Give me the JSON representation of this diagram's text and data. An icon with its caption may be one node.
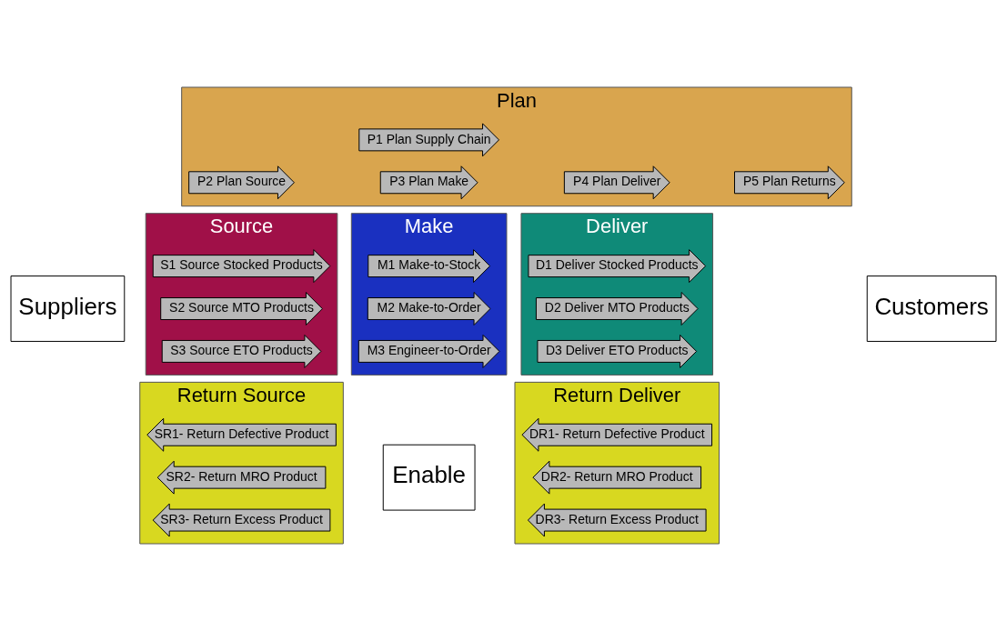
{
  "diagram": {
    "nodes": [
      {
        "text": [
          "Suppliers"
        ]
      },
      {
        "text": [
          "Plan"
        ]
      },
      {
        "text": [
          "P1 Plan Supply Chain"
        ],
        "in": 1
      },
      {
        "text": [
          "P2 Plan Source"
        ],
        "in": 1
      },
      {
        "text": [
          "P3 Plan Make"
        ],
        "in": 1
      },
      {
        "text": [
          "P4 Plan Deliver"
        ],
        "in": 1
      },
      {
        "text": [
          "P5 Plan Returns"
        ],
        "in": 1
      },
      {
        "text": [
          "Source"
        ]
      },
      {
        "text": [
          "S1 Source Stocked Products"
        ],
        "in": 7
      },
      {
        "text": [
          "S2 Source MTO Products"
        ],
        "in": 7
      },
      {
        "text": [
          "S3 Source ETO Products"
        ],
        "in": 7
      },
      {
        "text": [
          "Make"
        ]
      },
      {
        "text": [
          "M1 Make-to-Stock"
        ],
        "in": 11
      },
      {
        "text": [
          "M2 Make-to-Order"
        ],
        "in": 11
      },
      {
        "text": [
          "M3 Engineer-to-Order"
        ],
        "in": 11
      },
      {
        "text": [
          "Deliver"
        ]
      },
      {
        "text": [
          "D1 Deliver Stocked Products"
        ],
        "in": 15
      },
      {
        "text": [
          "D2 Deliver MTO Products"
        ],
        "in": 15
      },
      {
        "text": [
          "D3 Deliver ETO Products"
        ],
        "in": 15
      },
      {
        "text": [
          "Customers"
        ]
      },
      {
        "text": [
          "Return Source"
        ]
      },
      {
        "text": [
          "SR1- Return Defective Product"
        ],
        "in": 20
      },
      {
        "text": [
          "SR2- Return MRO Product"
        ],
        "in": 20
      },
      {
        "text": [
          "SR3- Return Excess Product"
        ],
        "in": 20
      },
      {
        "text": [
          "Return Deliver"
        ]
      },
      {
        "text": [
          "DR1- Return Defective Product"
        ],
        "in": 24
      },
      {
        "text": [
          "DR2- Return MRO Product"
        ],
        "in": 24
      },
      {
        "text": [
          "DR3- Return Excess Product"
        ],
        "in": 24
      },
      {
        "text": [
          "Enable"
        ]
      }
    ],
    "edges": []
  }
}
